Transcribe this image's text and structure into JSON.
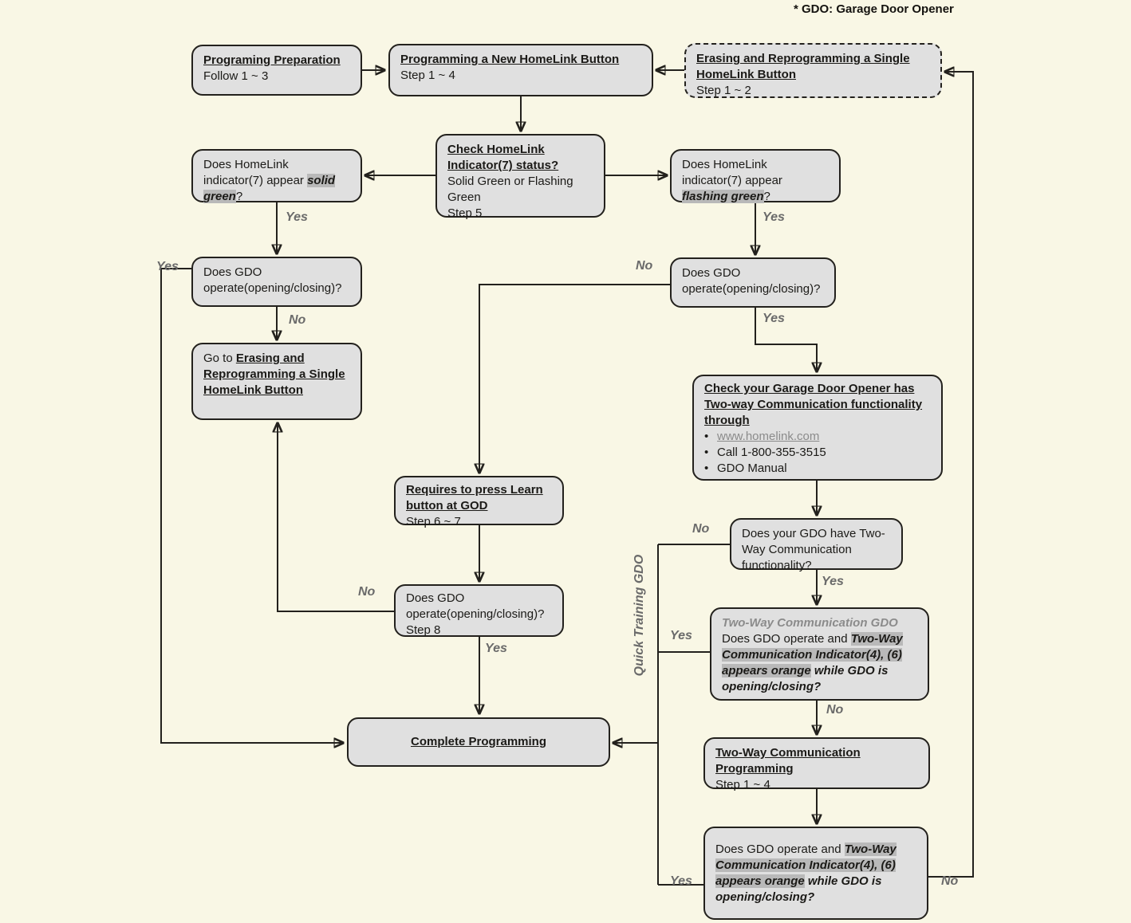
{
  "note": "* GDO: Garage Door Opener",
  "labels": {
    "yes": "Yes",
    "no": "No"
  },
  "side_label": "Quick Training GDO",
  "bullet_glyph": "•",
  "colors": {
    "background": "#f9f7e5",
    "box_fill": "#e0e0e0",
    "box_border": "#23211d",
    "highlight": "#b9b9b9",
    "muted_text": "#6a6a6a",
    "link_gray": "#8b8b8b"
  },
  "nodes": {
    "prep": {
      "title": "Programing Preparation",
      "sub": "Follow 1 ~ 3"
    },
    "new_button": {
      "title": "Programming a New HomeLink Button",
      "sub": "Step 1 ~ 4"
    },
    "erase_reprogram": {
      "title": "Erasing and Reprogramming a Single HomeLink Button",
      "sub": "Step 1 ~ 2"
    },
    "check_indicator": {
      "title": "Check HomeLink Indicator(7) status?",
      "line1": "Solid Green or Flashing Green",
      "line2": "Step 5"
    },
    "solid_green": {
      "pre": "Does HomeLink indicator(7) appear ",
      "highlight": "solid green",
      "post": "?"
    },
    "flashing_green": {
      "pre": "Does HomeLink indicator(7) appear ",
      "highlight": "flashing green",
      "post": "?"
    },
    "gdo_operate_left": {
      "text": "Does GDO operate(opening/closing)?"
    },
    "goto_erase": {
      "pre": "Go to ",
      "link": "Erasing and Reprogramming a Single HomeLink Button"
    },
    "gdo_operate_right": {
      "text": "Does GDO operate(opening/closing)?"
    },
    "check_twoway": {
      "title": "Check your Garage Door Opener has Two-way Communication functionality through",
      "bullets": [
        "www.homelink.com",
        "Call 1-800-355-3515",
        "GDO Manual"
      ]
    },
    "have_twoway": {
      "text": "Does your GDO have Two-Way Communication functionality?"
    },
    "twoway_gdo": {
      "heading": "Two-Way Communication GDO",
      "pre": "Does GDO operate and ",
      "highlight": "Two-Way Communication Indicator(4), (6) appears orange",
      "post": " while GDO is opening/closing?"
    },
    "twoway_programming": {
      "title": "Two-Way Communication Programming",
      "sub": "Step 1 ~ 4"
    },
    "operate_orange": {
      "pre": "Does GDO operate and ",
      "highlight": "Two-Way Communication Indicator(4), (6) appears orange",
      "post": " while GDO is opening/closing?"
    },
    "press_learn": {
      "title": "Requires to press Learn button at GOD",
      "sub": "Step 6 ~ 7"
    },
    "gdo_operate_step8": {
      "line1": "Does GDO operate(opening/closing)?",
      "line2": "Step 8"
    },
    "complete": {
      "title": "Complete Programming"
    }
  }
}
